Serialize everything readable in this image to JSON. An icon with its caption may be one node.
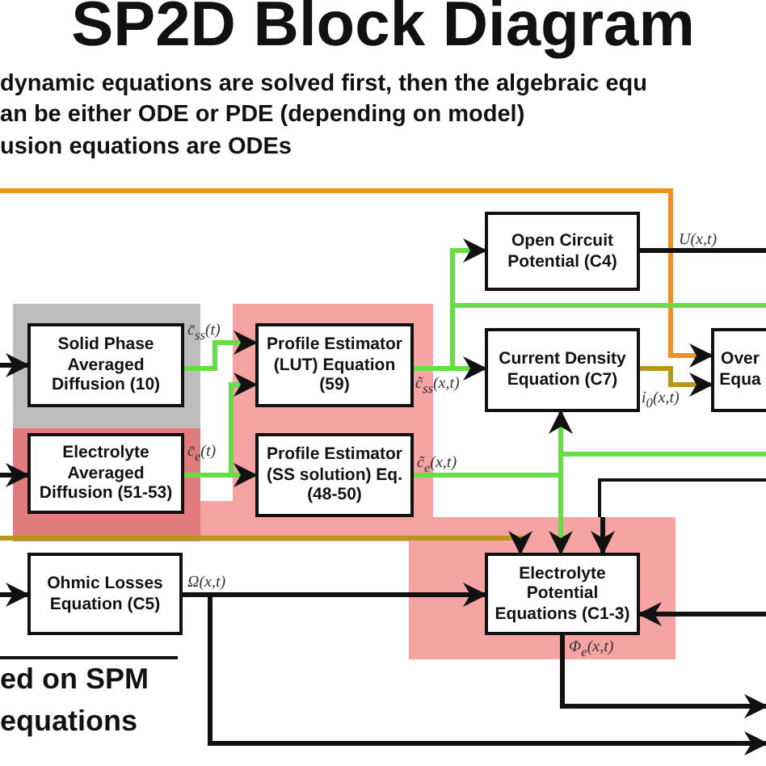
{
  "diagram": {
    "title": "SP2D Block Diagram",
    "nodes": [
      {
        "text": [
          "Open Circuit Potential (C4)"
        ]
      },
      {
        "text": [
          "Solid Phase Averaged Diffusion (10)"
        ]
      },
      {
        "text": [
          "Profile Estimator (LUT) Equation (59)"
        ]
      },
      {
        "text": [
          "Current Density Equation (C7)"
        ]
      },
      {
        "text": [
          "Over Equa"
        ]
      },
      {
        "text": [
          "Electrolyte Averaged Diffusion (51-53)"
        ]
      },
      {
        "text": [
          "Profile Estimator (SS solution) Eq. (48-50)"
        ]
      },
      {
        "text": [
          "Ohmic Losses Equation (C5)"
        ]
      },
      {
        "text": [
          "Electrolyte Potential Equations (C1-3)"
        ]
      },
      {
        "text": [],
        "shape": "box"
      }
    ],
    "edges": [
      {
        "from": null,
        "to": 4,
        "arrow": "to",
        "color": "#f0901e"
      },
      {
        "from": null,
        "to": 1,
        "arrow": "to"
      },
      {
        "from": null,
        "to": 5,
        "arrow": "to"
      },
      {
        "from": null,
        "to": 7,
        "arrow": "to"
      },
      {
        "from": 1,
        "to": 2,
        "arrow": "to",
        "label": "c̄$_{ss}$(t)",
        "color": "#66dd44"
      },
      {
        "from": 5,
        "to": 2,
        "arrow": "to",
        "color": "#66dd44"
      },
      {
        "from": 5,
        "to": 6,
        "arrow": "to",
        "label": "c̄$_{e}$(t)",
        "color": "#66dd44"
      },
      {
        "from": 2,
        "to": 3,
        "arrow": "to",
        "label": "c̃$_{ss}$(x,t)",
        "color": "#66dd44"
      },
      {
        "from": 2,
        "to": 0,
        "arrow": "to",
        "color": "#66dd44"
      },
      {
        "from": 2,
        "to": null,
        "arrow": "none",
        "color": "#66dd44"
      },
      {
        "from": 6,
        "to": 3,
        "arrow": "to",
        "label": "c̃$_{e}$(x,t)",
        "color": "#66dd44"
      },
      {
        "from": 6,
        "to": 8,
        "arrow": "to",
        "color": "#66dd44"
      },
      {
        "from": 6,
        "to": null,
        "arrow": "none",
        "color": "#66dd44"
      },
      {
        "from": 0,
        "to": null,
        "arrow": "none",
        "label": "U(x,t)"
      },
      {
        "from": 3,
        "to": 4,
        "arrow": "to",
        "label": "i$_{0}$(x,t)",
        "color": "#b8961e"
      },
      {
        "from": null,
        "to": 8,
        "arrow": "to",
        "color": "#b8961e"
      },
      {
        "from": 9,
        "to": 8,
        "arrow": "to"
      },
      {
        "from": null,
        "to": 8,
        "arrow": "to"
      },
      {
        "from": 7,
        "to": 8,
        "arrow": "to",
        "label": "Ω(x,t)"
      },
      {
        "from": 7,
        "to": null,
        "arrow": "to"
      },
      {
        "from": 8,
        "to": null,
        "arrow": "to",
        "label": "Φ$_{e}$(x,t)"
      }
    ],
    "labels": [
      "dynamic equations are solved first, then the algebraic equ",
      "an be either ODE or PDE (depending on model)",
      "usion equations are ODEs",
      "ed on SPM",
      "equations"
    ]
  }
}
